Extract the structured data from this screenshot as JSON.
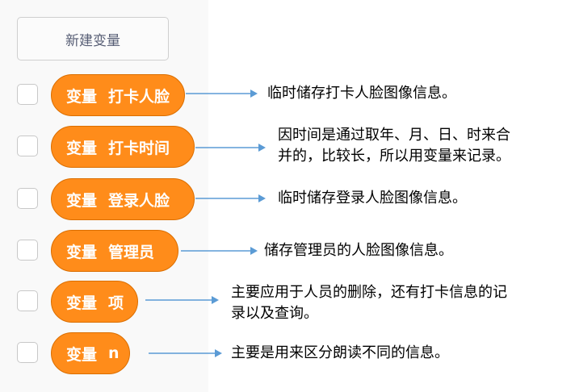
{
  "palette": {
    "new_variable_button": "新建变量",
    "variables": [
      {
        "keyword": "变量",
        "name": "打卡人脸",
        "description_lines": [
          "临时储存打卡人脸图像信息。"
        ]
      },
      {
        "keyword": "变量",
        "name": "打卡时间",
        "description_lines": [
          "因时间是通过取年、月、日、时来合",
          "并的，比较长，所以用变量来记录。"
        ]
      },
      {
        "keyword": "变量",
        "name": "登录人脸",
        "description_lines": [
          "临时储存登录人脸图像信息。"
        ]
      },
      {
        "keyword": "变量",
        "name": "管理员",
        "description_lines": [
          "储存管理员的人脸图像信息。"
        ]
      },
      {
        "keyword": "变量",
        "name": "项",
        "description_lines": [
          "主要应用于人员的删除，还有打卡信息的记",
          "录以及查询。"
        ]
      },
      {
        "keyword": "变量",
        "name": "n",
        "description_lines": [
          "主要是用来区分朗读不同的信息。"
        ]
      }
    ]
  },
  "colors": {
    "block_fill": "#ff8c1a",
    "block_border": "#db6e00",
    "arrow": "#5b9bd5",
    "palette_bg": "#f9f9f9"
  }
}
